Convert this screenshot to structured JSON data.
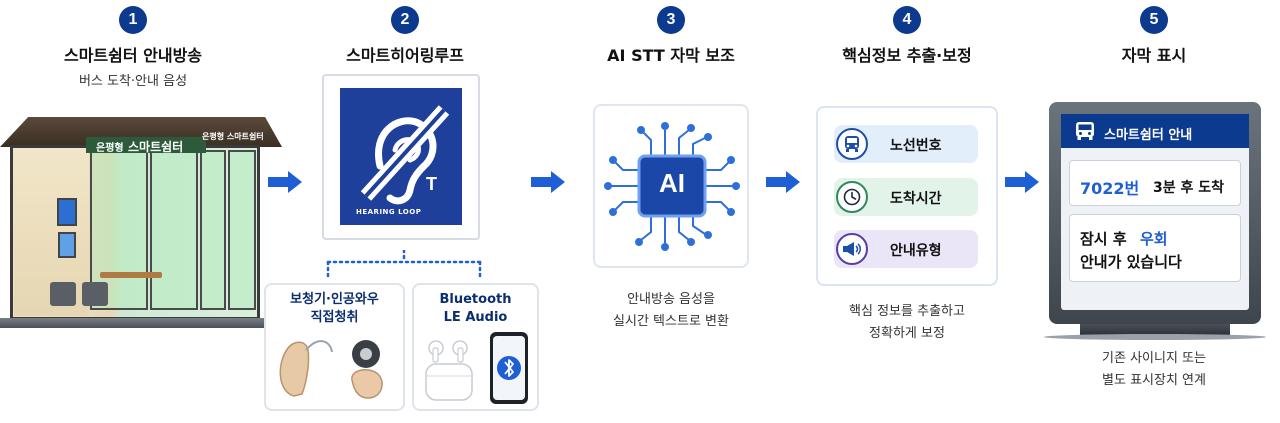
{
  "steps": [
    {
      "number": "1",
      "title": "스마트쉼터 안내방송",
      "subtitle": "버스 도착·안내 음성",
      "shelter_sign_left": "은평형",
      "shelter_sign_main": "스마트쉼터",
      "shelter_sign_right": "은평형 스마트쉼터"
    },
    {
      "number": "2",
      "title": "스마트히어링루프",
      "sign_caption": "HEARING LOOP",
      "sign_letter": "T",
      "cards": [
        {
          "title_line1": "보청기·인공와우",
          "title_line2": "직접청취"
        },
        {
          "title_line1": "Bluetooth",
          "title_line2": "LE Audio"
        }
      ]
    },
    {
      "number": "3",
      "title": "AI STT 자막 보조",
      "chip_label": "AI",
      "desc_line1": "안내방송 음성을",
      "desc_line2": "실시간 텍스트로 변환"
    },
    {
      "number": "4",
      "title": "핵심정보 추출·보정",
      "items": [
        {
          "label": "노선번호",
          "icon": "bus-icon",
          "bg": "#e3eefb",
          "border": "#1e4fa8"
        },
        {
          "label": "도착시간",
          "icon": "clock-icon",
          "bg": "#e2f4ea",
          "border": "#2f8a5b"
        },
        {
          "label": "안내유형",
          "icon": "megaphone-icon",
          "bg": "#ebe6f7",
          "border": "#5a3fa3"
        }
      ],
      "desc_line1": "핵심 정보를 추출하고",
      "desc_line2": "정확하게 보정"
    },
    {
      "number": "5",
      "title": "자막 표시",
      "screen_header": "스마트쉼터 안내",
      "line1_number": "7022번",
      "line1_text": "3분 후 도착",
      "line2_prefix": "잠시 후",
      "line2_highlight": "우회",
      "line3": "안내가 있습니다",
      "desc_line1": "기존 사이니지 또는",
      "desc_line2": "별도 표시장치 연계"
    }
  ],
  "colors": {
    "primary": "#0b3a8f",
    "arrow": "#1f5fd6",
    "highlight": "#1f5fd6",
    "loop_sign": "#1e3f9a"
  }
}
